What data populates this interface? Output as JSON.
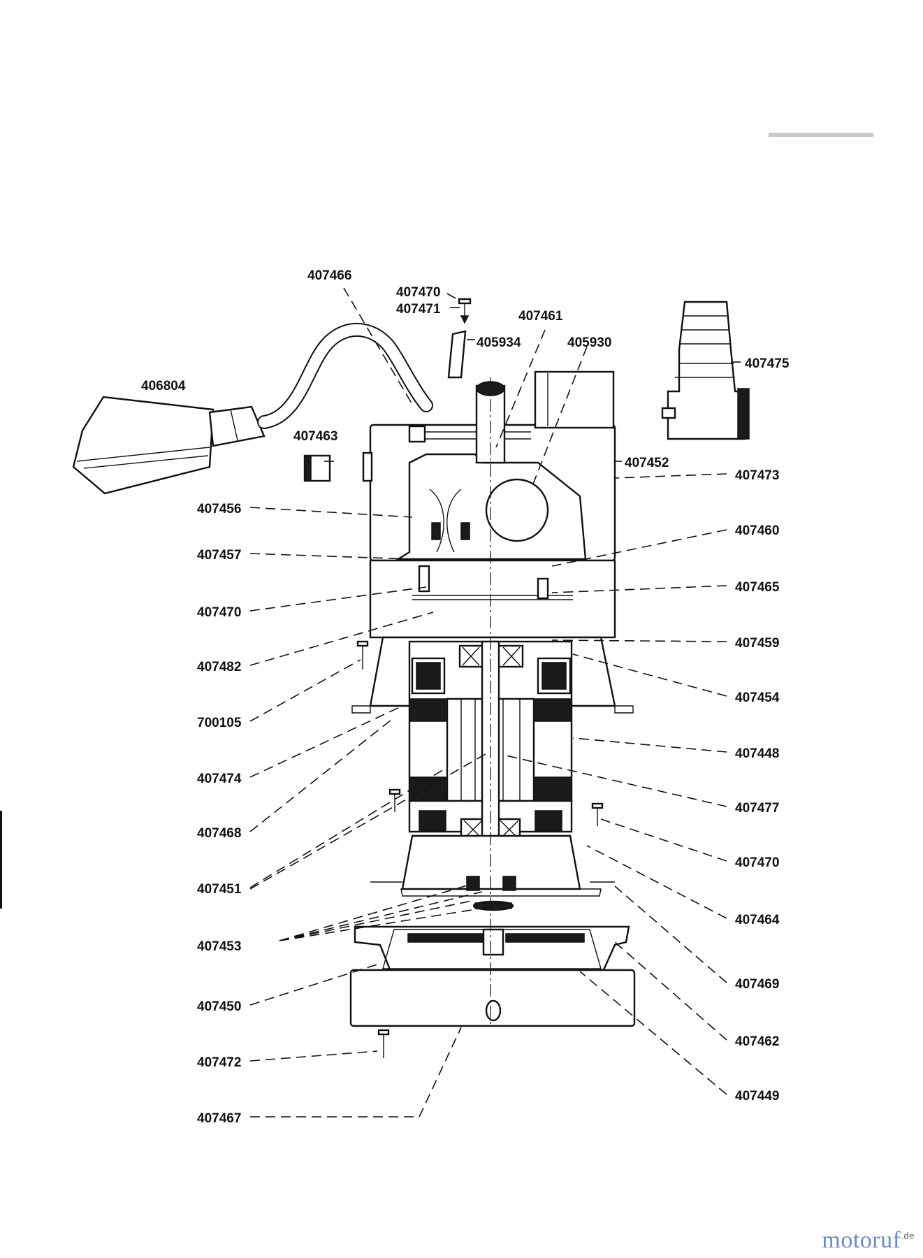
{
  "labels": {
    "l407466": "407466",
    "l407470_top": "407470",
    "l407471": "407471",
    "l407461": "407461",
    "l405934": "405934",
    "l405930": "405930",
    "l407475": "407475",
    "l406804": "406804",
    "l407463": "407463",
    "l407452": "407452",
    "l407473": "407473",
    "l407456": "407456",
    "l407460": "407460",
    "l407457": "407457",
    "l407465": "407465",
    "l407470_mid": "407470",
    "l407459": "407459",
    "l407482": "407482",
    "l407454": "407454",
    "l700105": "700105",
    "l407448": "407448",
    "l407474": "407474",
    "l407477": "407477",
    "l407468": "407468",
    "l407470_low": "407470",
    "l407451": "407451",
    "l407464": "407464",
    "l407453": "407453",
    "l407469": "407469",
    "l407450": "407450",
    "l407462": "407462",
    "l407472": "407472",
    "l407449": "407449",
    "l407467": "407467"
  },
  "watermark": {
    "name": "motoruf",
    "suffix": ".de",
    "color": "#6a8cc4"
  }
}
